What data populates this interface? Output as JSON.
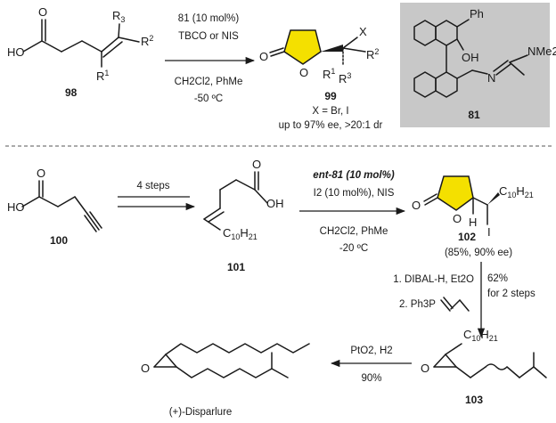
{
  "top": {
    "cond_line1": "81 (10 mol%)",
    "cond_line2": "TBCO or NIS",
    "cond_line3": "CH2Cl2, PhMe",
    "cond_line4": "-50 ºC",
    "sm_label": "98",
    "prod_label": "99",
    "prod_note1": "X = Br, I",
    "prod_note2": "up to 97% ee, >20:1 dr",
    "cat_label": "81",
    "cat_ph": "Ph",
    "cat_oh": "OH",
    "cat_nme2": "NMe2",
    "cat_n": "N"
  },
  "bottom": {
    "s1_label": "100",
    "s1_cond": "4 steps",
    "s2_label": "101",
    "s2_cond1": "ent-81 (10 mol%)",
    "s2_cond2": "I2 (10 mol%), NIS",
    "s2_cond3": "CH2Cl2, PhMe",
    "s2_cond4": "-20 ºC",
    "s3_label": "102",
    "s3_yield": "(85%, 90% ee)",
    "s3_cond1": "1. DIBAL-H, Et2O",
    "s3_cond2": "2. Ph3P",
    "s3_yield2": "62%",
    "s3_yield3": "for 2 steps",
    "s4_label": "103",
    "s4_cond": "PtO2, H2",
    "s4_yield": "90%",
    "final_label": "(+)-Disparlure"
  },
  "colors": {
    "lactone_fill": "#f4e000",
    "catalyst_box": "#c8c8c8"
  }
}
